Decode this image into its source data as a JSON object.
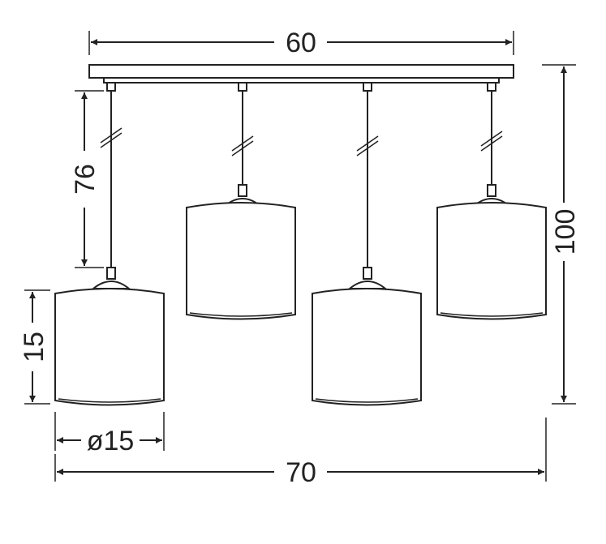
{
  "dimensions": {
    "top_width": "60",
    "drop_length": "76",
    "shade_height": "15",
    "shade_diameter": "ø15",
    "total_height": "100",
    "total_width": "70"
  },
  "colors": {
    "line": "#222222",
    "background": "#ffffff"
  }
}
